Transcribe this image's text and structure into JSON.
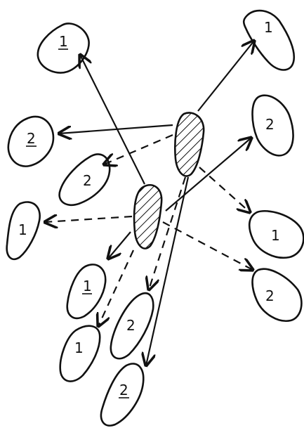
{
  "diagram": {
    "stroke_color": "#111111",
    "background": "#ffffff",
    "source_fill": "diagonal-hatch",
    "labels": {
      "top_left_1": "1",
      "left_2": "2",
      "mid_2": "2",
      "far_left_1": "1",
      "top_right_1": "1",
      "right_2": "2",
      "right_1": "1",
      "lower_right_2": "2",
      "lower_1_underlined": "1",
      "lower_1": "1",
      "center_2": "2",
      "bottom_2_underlined": "2"
    }
  }
}
